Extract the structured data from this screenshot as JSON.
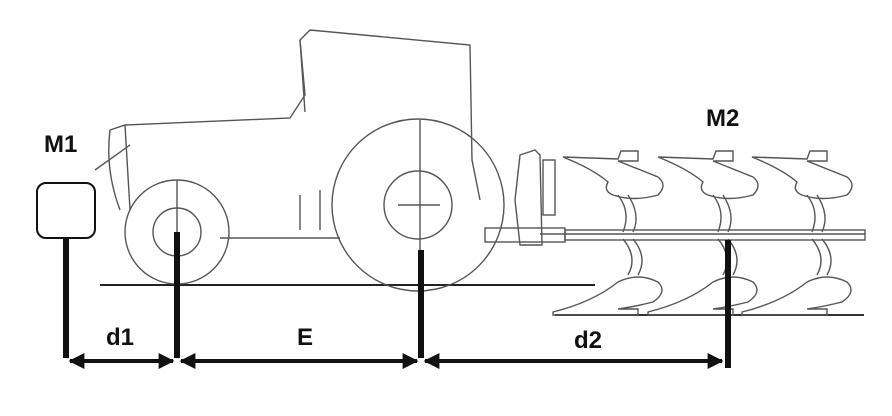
{
  "labels": {
    "m1": "M1",
    "m2": "M2",
    "d1": "d1",
    "e": "E",
    "d2": "d2"
  },
  "colors": {
    "ink": "#111111",
    "outline": "#555555"
  }
}
